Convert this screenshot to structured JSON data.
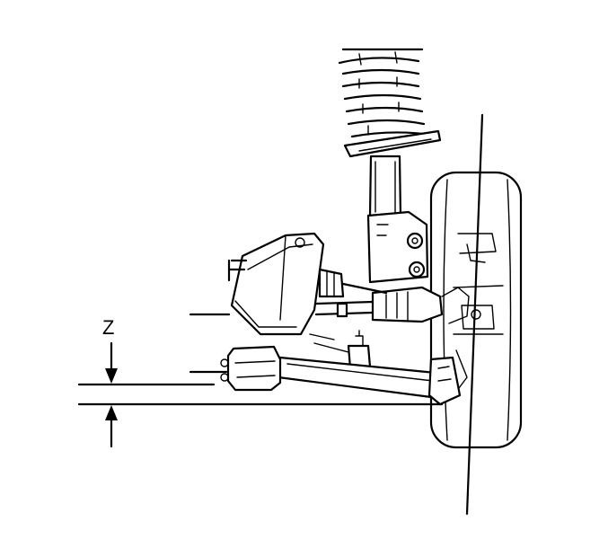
{
  "diagram": {
    "dimension_label": "Z",
    "colors": {
      "line": "#000000",
      "background": "#ffffff"
    },
    "components": [
      "coil-spring",
      "strut",
      "wheel-tire",
      "steering-rack",
      "tie-rod",
      "lower-control-arm",
      "frame-mount"
    ]
  }
}
